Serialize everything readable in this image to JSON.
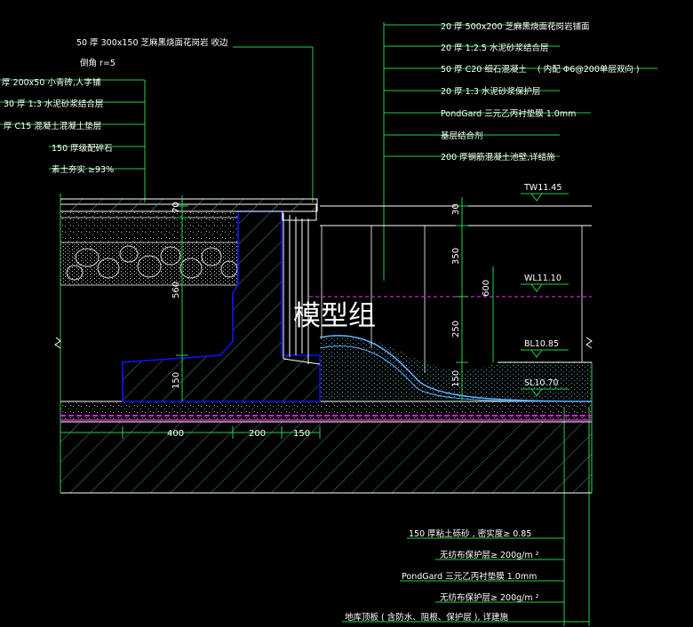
{
  "colors": {
    "background": "#000000",
    "leader": "#22d04a",
    "outline": "#ffffff",
    "hatch": "#4aa3a0",
    "slab_border": "#2fd36a",
    "membrane": "#d020d0",
    "stone_blue": "#1010ee",
    "gravel": "#cfcfcf",
    "water_curve": "#66b3ff"
  },
  "left_callouts": {
    "l1": "50 厚 300x150 芝麻黑烧面花岗岩 收边",
    "l2": "倒角  r=5",
    "l3": "厚 200x50 小青砖,人字铺",
    "l4": "30 厚 1:3  水泥砂浆结合层",
    "l5": "厚 C15 混凝土混凝土垫层",
    "l6": "150  厚级配碎石",
    "l7": "素土夯实     ≥93%"
  },
  "right_callouts": {
    "r1": "20 厚 500x200  芝麻黑烧面花岗岩铺面",
    "r2": "20 厚 1:2.5   水泥砂浆结合层",
    "r3": "50 厚 C20 细石混凝土",
    "r3b": "( 内配    Φ6@200单层双向        )",
    "r4": "20 厚 1:3   水泥砂浆保护层",
    "r5": "PondGard 三元乙丙衬垫膜              1.0mm",
    "r6": "基层结合剂",
    "r7": "200 厚钢筋混凝土池壁,详结施"
  },
  "levels": {
    "tw": "TW11.45",
    "wl": "WL11.10",
    "bl": "BL10.85",
    "sl": "SL10.70"
  },
  "dimensions": {
    "v30": "30",
    "v350": "350",
    "v600": "600",
    "v250": "250",
    "v150r": "150",
    "v70": "70",
    "v560": "560",
    "v150l": "150",
    "h400": "400",
    "h200": "200",
    "h150": "150"
  },
  "bottom_callouts": {
    "b1": "150  厚粘土砾砂      ,  密实度≥      0.85",
    "b2": "无纺布保护层≥                   200g/m ²",
    "b3": "PondGard 三元乙丙衬垫膜               1.0mm",
    "b4": "无纺布保护层≥                  200g/m ²",
    "b5": "地库顶板       ( 含防水、阻根、保护层                  ),  详建施"
  },
  "watermark": "模型组"
}
